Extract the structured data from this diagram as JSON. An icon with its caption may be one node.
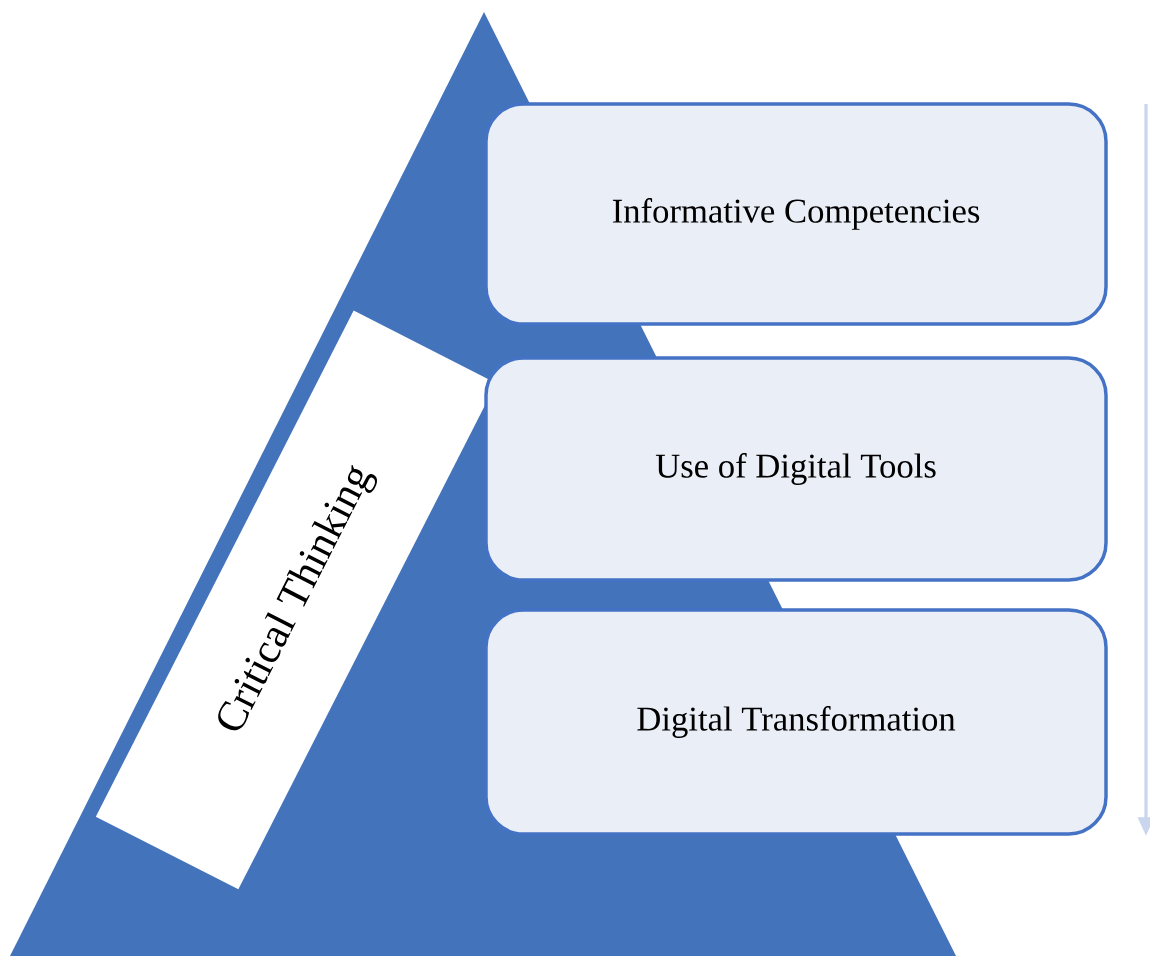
{
  "diagram": {
    "nodes": [
      {
        "text": [
          "Critical Thinking"
        ]
      },
      {
        "text": [
          "Informative Competencies"
        ]
      },
      {
        "text": [
          "Use of Digital Tools"
        ]
      },
      {
        "text": [
          "Digital Transformation"
        ]
      }
    ]
  }
}
